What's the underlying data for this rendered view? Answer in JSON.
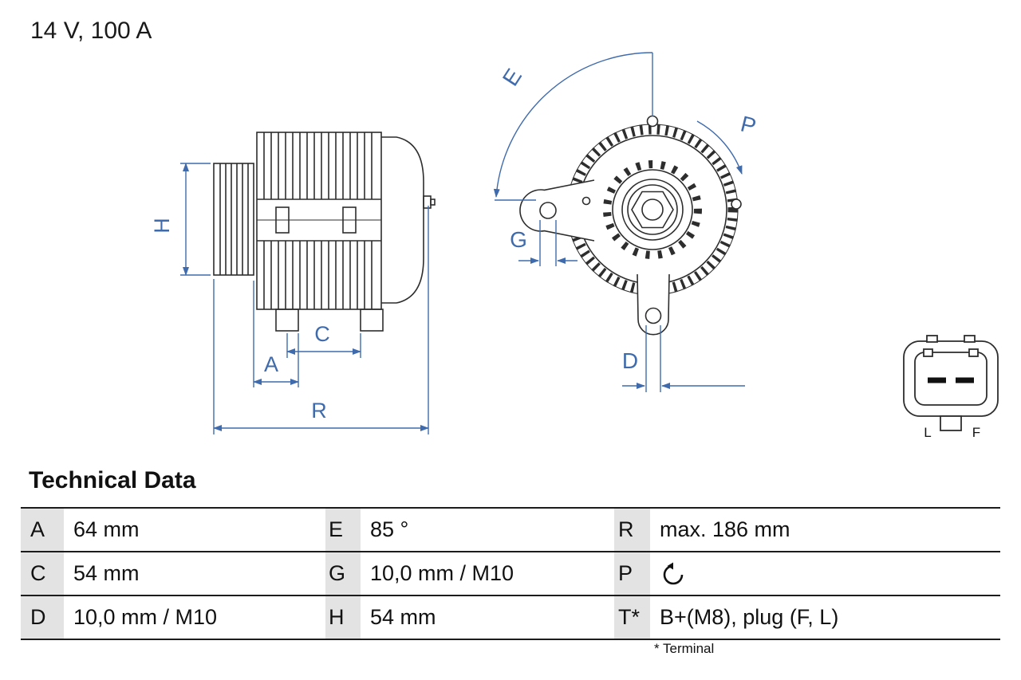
{
  "header": {
    "rating": "14 V, 100 A"
  },
  "diagram": {
    "labels": {
      "H": "H",
      "A": "A",
      "C": "C",
      "R": "R",
      "E": "E",
      "G": "G",
      "P": "P",
      "D": "D"
    },
    "connector": {
      "left": "L",
      "right": "F"
    }
  },
  "icons": {
    "rotation_direction": "rotation-ccw-icon"
  },
  "table": {
    "title": "Technical Data",
    "rows": [
      [
        "A",
        "64 mm",
        "E",
        "85 °",
        "R",
        "max. 186 mm"
      ],
      [
        "C",
        "54 mm",
        "G",
        "10,0 mm / M10",
        "P",
        ""
      ],
      [
        "D",
        "10,0 mm / M10",
        "H",
        "54 mm",
        "T*",
        "B+(M8), plug (F, L)"
      ]
    ],
    "footnote": "* Terminal"
  },
  "colors": {
    "dimension": "#3f6bac",
    "line": "#2d2d2d",
    "table_border": "#1c1c1c",
    "key_cell_bg": "#e3e3e3"
  }
}
